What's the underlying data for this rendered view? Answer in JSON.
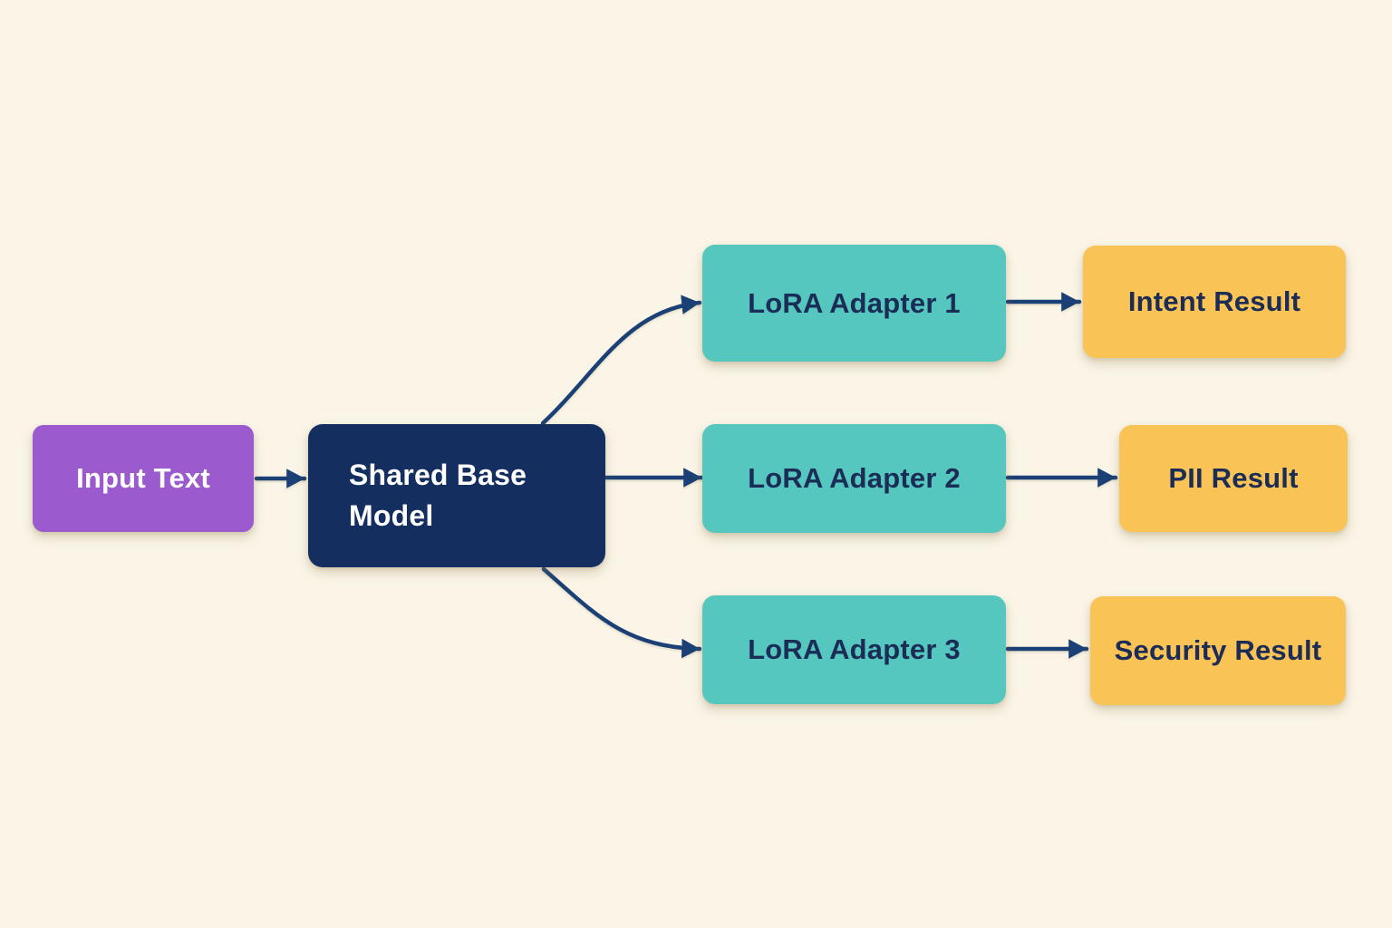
{
  "diagram": {
    "type": "flowchart",
    "direction": "left-to-right",
    "title": "",
    "colors": {
      "background": "#FAF5E7",
      "arrow": "#1B4076",
      "node_purple": "#9B5BCE",
      "node_navy": "#142F5F",
      "node_teal": "#55C7BF",
      "node_yellow": "#F9C355",
      "text_light": "#FFFFFF",
      "text_dark": "#1B2C56"
    },
    "nodes": {
      "input_text": {
        "label": "Input Text",
        "fill": "node_purple",
        "text": "text_light",
        "role": "input"
      },
      "shared_base_model": {
        "label": "Shared Base Model",
        "fill": "node_navy",
        "text": "text_light",
        "role": "model"
      },
      "lora_adapter_1": {
        "label": "LoRA Adapter 1",
        "fill": "node_teal",
        "text": "text_dark",
        "role": "adapter"
      },
      "lora_adapter_2": {
        "label": "LoRA Adapter 2",
        "fill": "node_teal",
        "text": "text_dark",
        "role": "adapter"
      },
      "lora_adapter_3": {
        "label": "LoRA Adapter 3",
        "fill": "node_teal",
        "text": "text_dark",
        "role": "adapter"
      },
      "intent_result": {
        "label": "Intent Result",
        "fill": "node_yellow",
        "text": "text_dark",
        "role": "output"
      },
      "pii_result": {
        "label": "PII Result",
        "fill": "node_yellow",
        "text": "text_dark",
        "role": "output"
      },
      "security_result": {
        "label": "Security Result",
        "fill": "node_yellow",
        "text": "text_dark",
        "role": "output"
      }
    },
    "edges": [
      {
        "from": "input_text",
        "to": "shared_base_model"
      },
      {
        "from": "shared_base_model",
        "to": "lora_adapter_1"
      },
      {
        "from": "shared_base_model",
        "to": "lora_adapter_2"
      },
      {
        "from": "shared_base_model",
        "to": "lora_adapter_3"
      },
      {
        "from": "lora_adapter_1",
        "to": "intent_result"
      },
      {
        "from": "lora_adapter_2",
        "to": "pii_result"
      },
      {
        "from": "lora_adapter_3",
        "to": "security_result"
      }
    ]
  }
}
